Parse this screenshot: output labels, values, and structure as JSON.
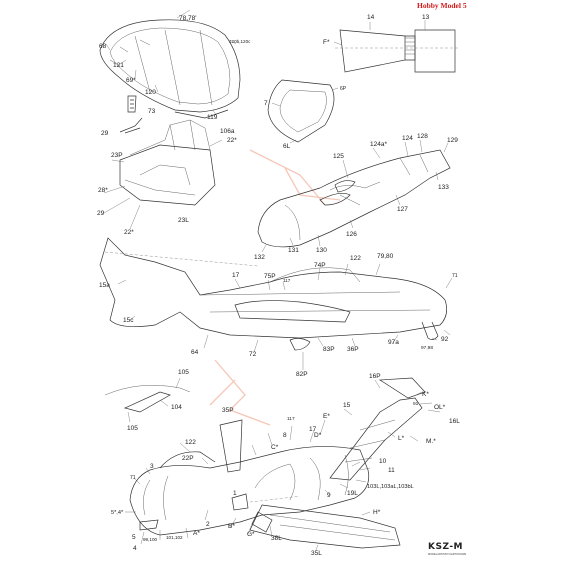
{
  "brand": {
    "title": "Hobby Model 5"
  },
  "logo": {
    "mark": "KSZ-M",
    "sub": "MODELARSTWO KARTONOWE"
  },
  "labels": {
    "c68": "68",
    "c78": "78,78'",
    "c121": "121",
    "c69": "69*",
    "c120": "120",
    "c120b": "120b,120c",
    "c119": "119",
    "c73": "73",
    "c29": "29",
    "c23p": "23P",
    "c28": "28*",
    "c29b": "29",
    "c22s": "22*",
    "c23l": "23L",
    "c106a": "106a",
    "c22b": "22*",
    "c14": "14",
    "c13": "13",
    "cF": "F*",
    "c6p": "6P",
    "c7": "7",
    "c6l": "6L",
    "c124a": "124a*",
    "c124": "124",
    "c128": "128",
    "c129": "129",
    "c125": "125",
    "c133": "133",
    "c127": "127",
    "c126": "126",
    "c131": "131",
    "c130": "130",
    "c132": "132",
    "c15a": "15a",
    "c15c": "15c",
    "c17": "17",
    "c75p": "75P",
    "c117": "117",
    "c74p": "74P",
    "c122": "122",
    "c7980": "79,80",
    "c71": "71",
    "c64": "64",
    "c72": "72",
    "c83p": "83P",
    "c36p": "36P",
    "c97a": "97a",
    "c9798": "97,98",
    "c92": "92",
    "c82p": "82P",
    "c105": "105",
    "c104": "104",
    "c105b": "105",
    "c35p": "35P",
    "c16p": "16P",
    "cK": "K*",
    "c15": "15",
    "c91": "91",
    "cOL": "OL*",
    "c16l": "16L",
    "cE": "E*",
    "cD": "D*",
    "c117b": "117",
    "c17b": "17",
    "cL": "L*",
    "cM": "M.*",
    "c122b": "122",
    "c22p": "22P",
    "cC": "C*",
    "c8": "8",
    "c10": "10",
    "c11": "11",
    "c103": "103L,103aL,103bL",
    "c19l": "19L",
    "c9": "9",
    "c3": "3",
    "c71b": "71",
    "c54": "5*,4*",
    "c1": "1",
    "c2": "2",
    "cA": "A*",
    "cB": "B*",
    "cG": "G*",
    "c38l": "38L",
    "cH": "H*",
    "c35l": "35L",
    "c5": "5",
    "c4": "4",
    "c99": "99,100",
    "c101": "101,102"
  }
}
